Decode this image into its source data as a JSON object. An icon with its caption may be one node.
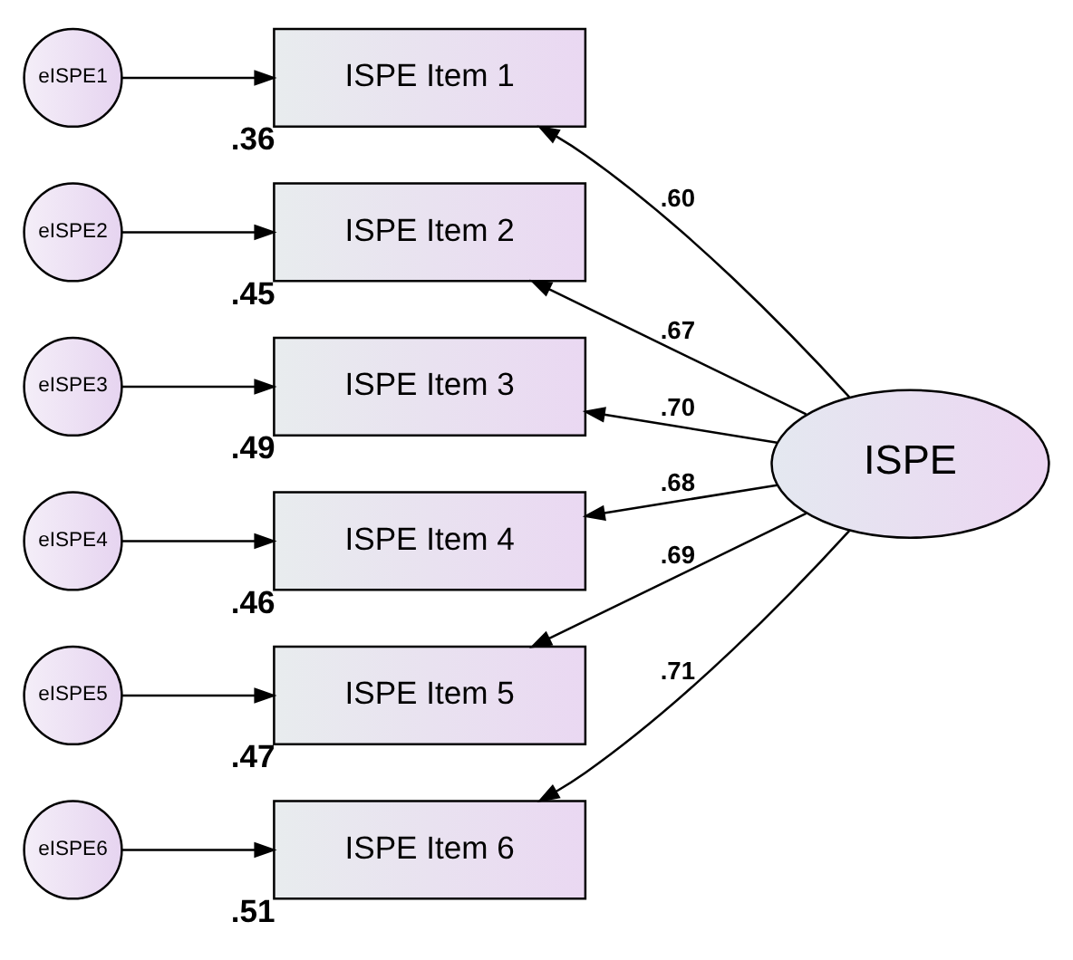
{
  "diagram": {
    "nodes": [
      {
        "text": [
          "eISPE1"
        ]
      },
      {
        "text": [
          "eISPE2"
        ]
      },
      {
        "text": [
          "eISPE3"
        ]
      },
      {
        "text": [
          "eISPE4"
        ]
      },
      {
        "text": [
          "eISPE5"
        ]
      },
      {
        "text": [
          "eISPE6"
        ]
      },
      {
        "text": [
          "ISPE Item 1"
        ],
        "beside": [
          ".36"
        ]
      },
      {
        "text": [
          "ISPE Item 2"
        ],
        "beside": [
          ".45"
        ]
      },
      {
        "text": [
          "ISPE Item 3"
        ],
        "beside": [
          ".49"
        ]
      },
      {
        "text": [
          "ISPE Item 4"
        ],
        "beside": [
          ".46"
        ]
      },
      {
        "text": [
          "ISPE Item 5"
        ],
        "beside": [
          ".47"
        ]
      },
      {
        "text": [
          "ISPE Item 6"
        ],
        "beside": [
          ".51"
        ]
      },
      {
        "text": [
          "ISPE"
        ]
      }
    ],
    "edges": [
      {
        "from": 0,
        "to": 6,
        "arrow": "to"
      },
      {
        "from": 1,
        "to": 7,
        "arrow": "to"
      },
      {
        "from": 2,
        "to": 8,
        "arrow": "to"
      },
      {
        "from": 3,
        "to": 9,
        "arrow": "to"
      },
      {
        "from": 4,
        "to": 10,
        "arrow": "to"
      },
      {
        "from": 5,
        "to": 11,
        "arrow": "to"
      },
      {
        "from": 12,
        "to": 6,
        "arrow": "to",
        "label": ".60"
      },
      {
        "from": 12,
        "to": 7,
        "arrow": "to",
        "label": ".67"
      },
      {
        "from": 12,
        "to": 8,
        "arrow": "to",
        "label": ".70"
      },
      {
        "from": 12,
        "to": 9,
        "arrow": "to",
        "label": ".68"
      },
      {
        "from": 12,
        "to": 10,
        "arrow": "to",
        "label": ".69"
      },
      {
        "from": 12,
        "to": 11,
        "arrow": "to",
        "label": ".71"
      }
    ]
  }
}
